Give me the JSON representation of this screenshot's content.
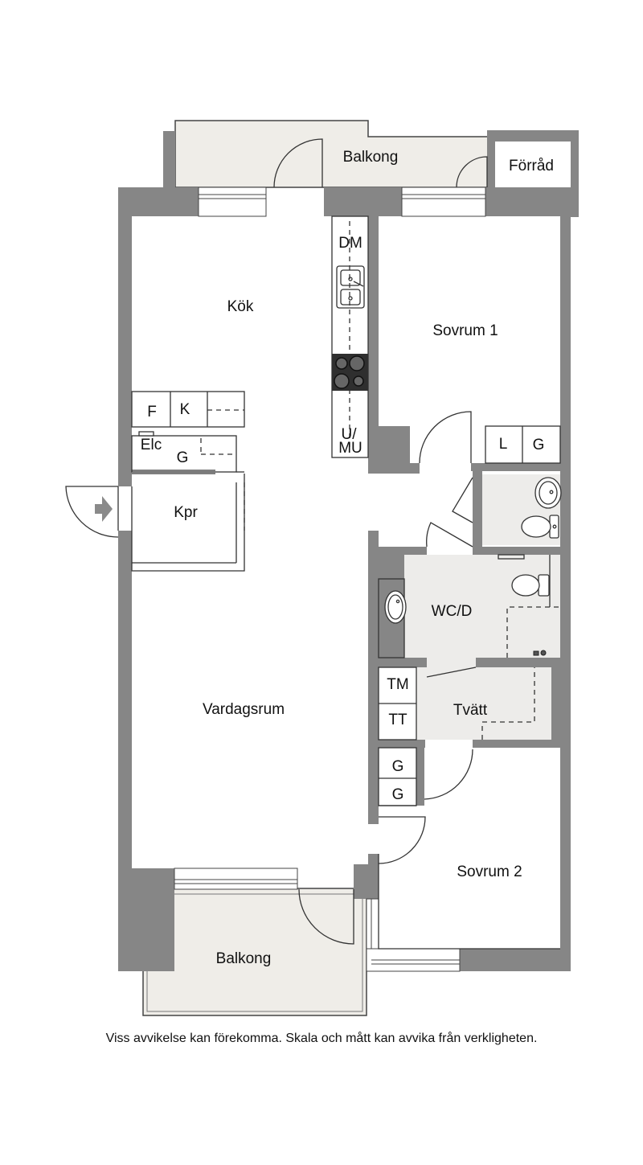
{
  "colors": {
    "wall": "#868686",
    "balcony_fill": "#efede8",
    "wet_room_fill": "#edecea",
    "line": "#333333"
  },
  "labels": {
    "balkong_top": "Balkong",
    "forrad": "Förråd",
    "dm": "DM",
    "kok": "Kök",
    "sovrum1": "Sovrum 1",
    "f": "F",
    "k": "K",
    "elc": "Elc",
    "g_kpr": "G",
    "u": "U/",
    "mu": "MU",
    "l": "L",
    "g_sov1": "G",
    "kpr": "Kpr",
    "wcd": "WC/D",
    "tm": "TM",
    "tvatt": "Tvätt",
    "tt": "TT",
    "vardagsrum": "Vardagsrum",
    "g_closet1": "G",
    "g_closet2": "G",
    "sovrum2": "Sovrum 2",
    "balkong_bottom": "Balkong"
  },
  "icons": [
    "entrance-arrow-icon",
    "sink-icon",
    "stove-icon",
    "toilet-icon",
    "washbasin-icon",
    "tap-icon"
  ],
  "disclaimer": "Viss avvikelse kan förekomma. Skala och mått kan avvika från verkligheten."
}
